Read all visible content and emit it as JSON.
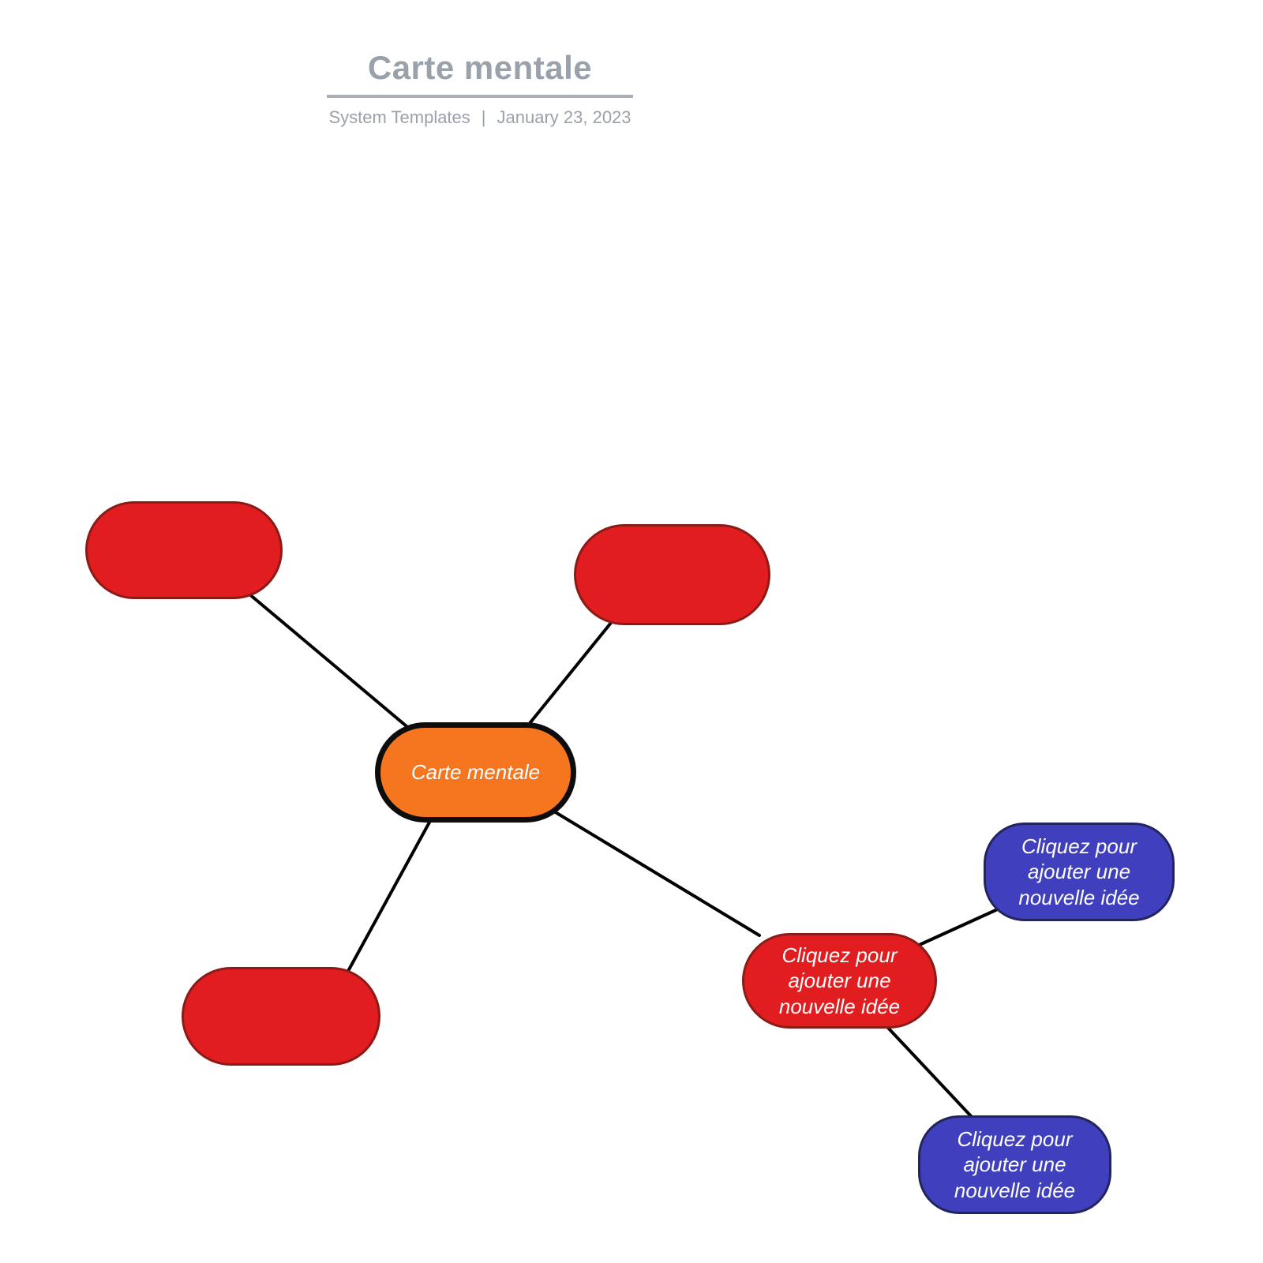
{
  "header": {
    "title": "Carte mentale",
    "author": "System Templates",
    "separator": "|",
    "date": "January 23, 2023"
  },
  "nodes": {
    "central": {
      "label": "Carte mentale",
      "color": "orange"
    },
    "top_left": {
      "label": "",
      "color": "red"
    },
    "top_mid": {
      "label": "",
      "color": "red"
    },
    "bottom_left": {
      "label": "",
      "color": "red"
    },
    "right_red": {
      "label": "Cliquez pour ajouter une nouvelle idée",
      "color": "red"
    },
    "blue_top": {
      "label": "Cliquez pour ajouter une nouvelle idée",
      "color": "blue"
    },
    "blue_bottom": {
      "label": "Cliquez pour ajouter une nouvelle idée",
      "color": "blue"
    }
  },
  "colors": {
    "title_gray": "#99a1ab",
    "underline_gray": "#a9b0b8",
    "orange_fill": "#f5761f",
    "orange_border": "#0d0d0d",
    "red_fill": "#e21d20",
    "red_border": "#8c1a17",
    "blue_fill": "#4040bf",
    "blue_border": "#22255c",
    "edge_color": "#000000",
    "node_text": "#ffffff"
  }
}
